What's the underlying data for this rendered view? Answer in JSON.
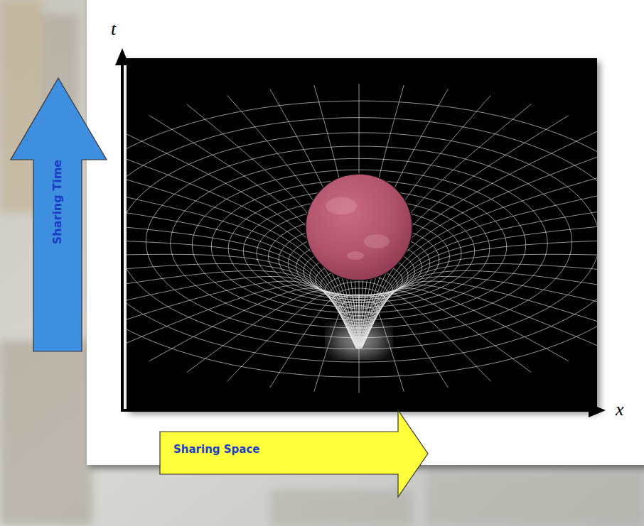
{
  "diagram": {
    "nodes": [
      {
        "text": [
          "Sharing Time"
        ]
      },
      {
        "text": [
          "Sharing Space"
        ]
      }
    ],
    "labels": [
      "t",
      "x"
    ]
  }
}
